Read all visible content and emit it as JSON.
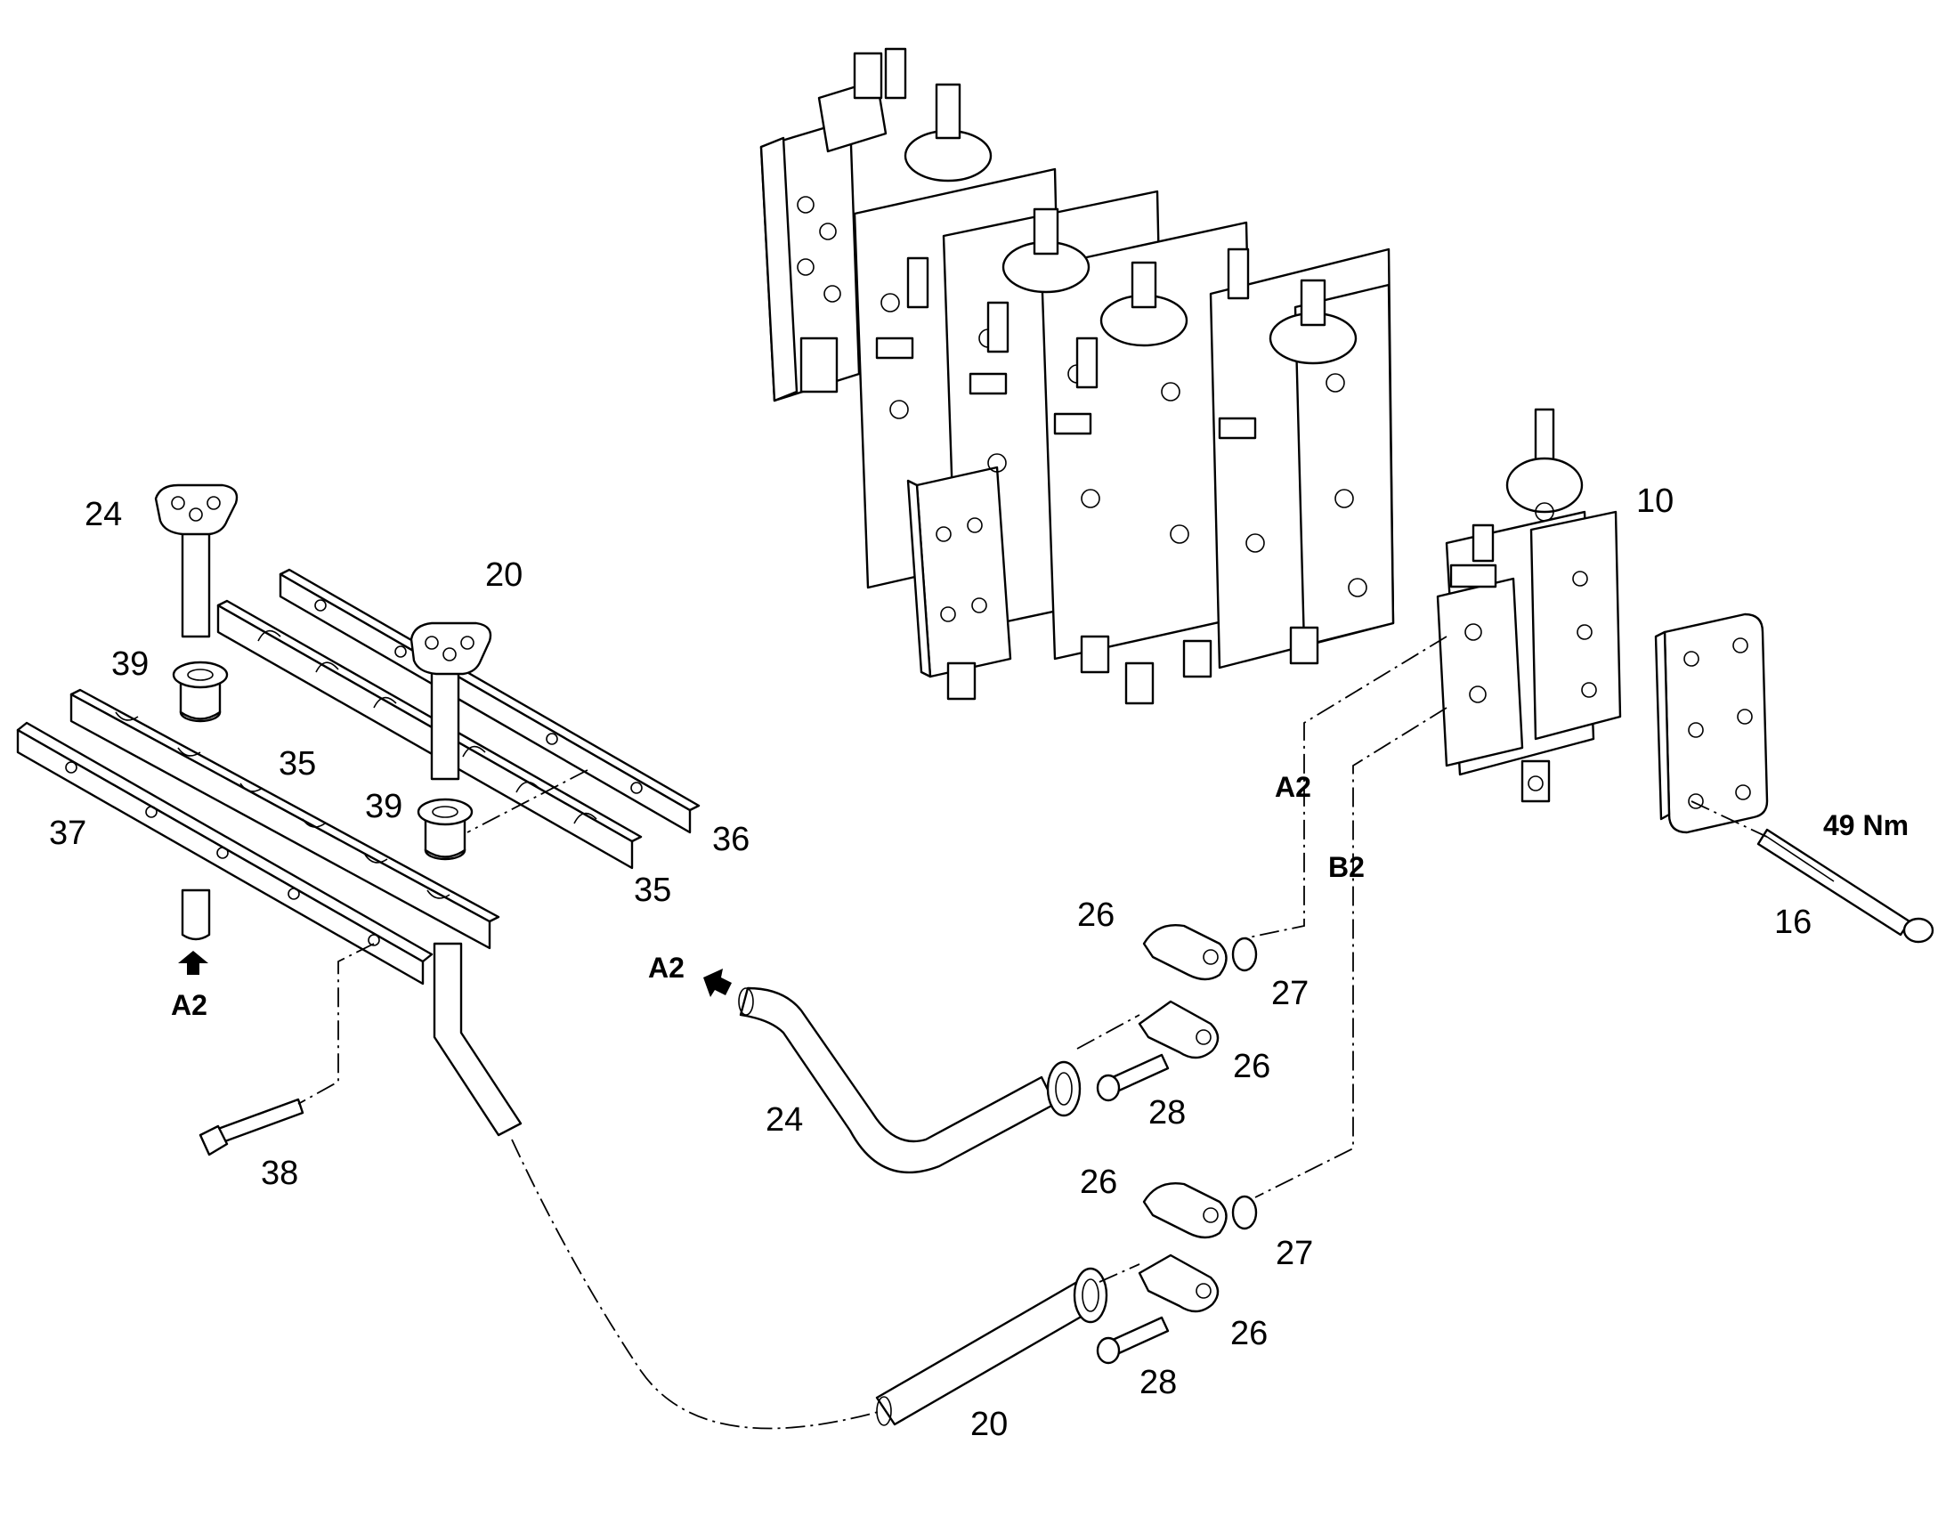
{
  "labels": {
    "p10": "10",
    "p16": "16",
    "p20_top": "20",
    "p20_bottom": "20",
    "p24_top": "24",
    "p24_mid": "24",
    "p26_a": "26",
    "p26_b": "26",
    "p26_c": "26",
    "p26_d": "26",
    "p27_a": "27",
    "p27_b": "27",
    "p28_a": "28",
    "p28_b": "28",
    "p35_a": "35",
    "p35_b": "35",
    "p36": "36",
    "p37": "37",
    "p38": "38",
    "p39_a": "39",
    "p39_b": "39"
  },
  "callouts": {
    "a2_pipe": "A2",
    "a2_left": "A2",
    "a2_right": "A2",
    "b2": "B2",
    "torque": "49 Nm"
  },
  "icons": [
    "arrow-up-icon",
    "arrow-left-icon"
  ]
}
